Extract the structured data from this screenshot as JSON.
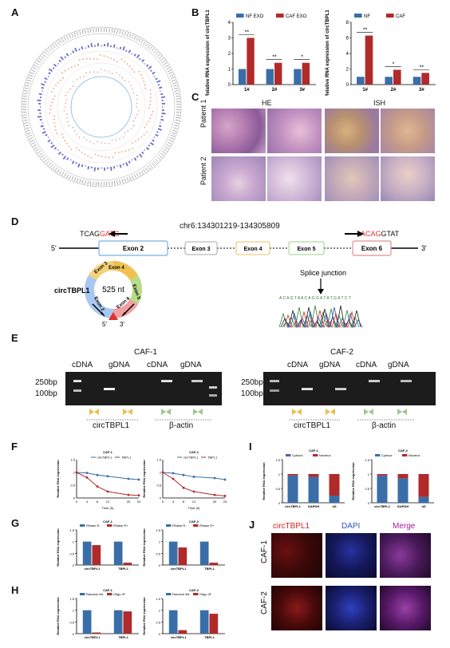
{
  "panels": {
    "A": "A",
    "B": "B",
    "C": "C",
    "D": "D",
    "E": "E",
    "F": "F",
    "G": "G",
    "H": "H",
    "I": "I",
    "J": "J"
  },
  "colors": {
    "blue": "#3a6ea8",
    "red": "#b12a2a",
    "orange": "#f0a070",
    "purple_ring": "#6b6fc8"
  },
  "panelB": {
    "left": {
      "ylabel": "Relative RNA expression of circTBPL1",
      "legend": [
        "NF EXO",
        "CAF EXO"
      ],
      "categories": [
        "1#",
        "2#",
        "3#"
      ],
      "sig": [
        "**",
        "**",
        "*"
      ]
    },
    "right": {
      "ylabel": "Relative RNA expression of circTBPL1",
      "legend": [
        "NF",
        "CAF"
      ],
      "categories": [
        "1#",
        "2#",
        "3#"
      ],
      "sig": [
        "**",
        "*",
        "**"
      ]
    }
  },
  "panelC": {
    "col_HE": "HE",
    "col_ISH": "ISH",
    "row1": "Patient 1",
    "row2": "Patient 2"
  },
  "panelD": {
    "coords": "chr6:134301219-134305809",
    "left_primer_a": "TCAG",
    "left_primer_b": "GATG",
    "right_primer_a": "ACAG",
    "right_primer_b": "GTAT",
    "five": "5'",
    "three": "3'",
    "exons": [
      "Exon 2",
      "Exon 3",
      "Exon 4",
      "Exon 5",
      "Exon 6"
    ],
    "circ_name": "circTBPL1",
    "circ_len": "525 nt",
    "circ_exons": [
      "Exon 3",
      "Exon 4",
      "Exon 5",
      "Exon 6",
      "Exon 2"
    ],
    "splice": "Splice junction",
    "seq": "A C A G T A A C A G G A T A T G A T C T"
  },
  "panelE": {
    "left_title": "CAF-1",
    "right_title": "CAF-2",
    "lane_labels": [
      "cDNA",
      "gDNA",
      "cDNA",
      "gDNA"
    ],
    "bp250": "250bp",
    "bp100": "100bp",
    "gene1": "circTBPL1",
    "gene2": "β-actin"
  },
  "panelF": {
    "ylabel": "Relative RNA expression",
    "xlabel": "Time (h)",
    "legend": [
      "circTBPL1",
      "TBPL1"
    ]
  },
  "panelG": {
    "ylabel": "Relative RNA expression",
    "legend": [
      "RNase R-",
      "RNase R+"
    ],
    "categories": [
      "circTBPL1",
      "TBPL1"
    ]
  },
  "panelH": {
    "ylabel": "Relative RNA expression",
    "legend": [
      "Random 6N",
      "Oligo dT"
    ],
    "categories": [
      "circTBPL1",
      "TBPL1"
    ]
  },
  "panelI": {
    "ylabel": "Relative RNA expression",
    "legend": [
      "Cytosol",
      "Nucleus"
    ],
    "categories": [
      "circTBPL1",
      "GAPDH",
      "U6"
    ]
  },
  "panelJ": {
    "cols": [
      "circTBPL1",
      "DAPI",
      "Merge"
    ],
    "rows": [
      "CAF-1",
      "CAF-2"
    ]
  },
  "chart_data": [
    {
      "type": "bar",
      "ylabel": "Relative RNA expression of circTBPL1",
      "categories": [
        "1#",
        "2#",
        "3#"
      ],
      "series": [
        {
          "name": "NF EXO",
          "values": [
            1.0,
            1.0,
            1.0
          ]
        },
        {
          "name": "CAF EXO",
          "values": [
            3.0,
            1.4,
            1.4
          ]
        }
      ],
      "ylim": [
        0,
        4
      ]
    },
    {
      "type": "bar",
      "ylabel": "Relative RNA expression of circTBPL1",
      "categories": [
        "1#",
        "2#",
        "3#"
      ],
      "series": [
        {
          "name": "NF",
          "values": [
            1.0,
            1.0,
            1.0
          ]
        },
        {
          "name": "CAF",
          "values": [
            6.3,
            1.9,
            1.5
          ]
        }
      ],
      "ylim": [
        0,
        8
      ]
    },
    {
      "type": "line",
      "title": "CAF-1",
      "xlabel": "Time (h)",
      "ylabel": "Relative RNA expression",
      "x": [
        0,
        4,
        8,
        12,
        20,
        24
      ],
      "series": [
        {
          "name": "circTBPL1",
          "values": [
            1.0,
            0.98,
            0.9,
            0.85,
            0.75,
            0.72
          ]
        },
        {
          "name": "TBPL1",
          "values": [
            1.0,
            0.8,
            0.45,
            0.25,
            0.12,
            0.1
          ]
        }
      ],
      "ylim": [
        0,
        1.5
      ]
    },
    {
      "type": "line",
      "title": "CAF-2",
      "xlabel": "Time (h)",
      "ylabel": "Relative RNA expression",
      "x": [
        0,
        4,
        8,
        12,
        20,
        24
      ],
      "series": [
        {
          "name": "circTBPL1",
          "values": [
            1.0,
            0.97,
            0.9,
            0.83,
            0.78,
            0.72
          ]
        },
        {
          "name": "TBPL1",
          "values": [
            1.0,
            0.75,
            0.4,
            0.25,
            0.12,
            0.08
          ]
        }
      ],
      "ylim": [
        0,
        1.5
      ]
    },
    {
      "type": "bar",
      "title": "CAF-1",
      "ylabel": "Relative RNA expression",
      "categories": [
        "circTBPL1",
        "TBPL1"
      ],
      "series": [
        {
          "name": "RNase R-",
          "values": [
            1.0,
            1.0
          ]
        },
        {
          "name": "RNase R+",
          "values": [
            0.85,
            0.1
          ]
        }
      ],
      "ylim": [
        0,
        1.5
      ]
    },
    {
      "type": "bar",
      "title": "CAF-2",
      "ylabel": "Relative RNA expression",
      "categories": [
        "circTBPL1",
        "TBPL1"
      ],
      "series": [
        {
          "name": "RNase R-",
          "values": [
            1.0,
            1.0
          ]
        },
        {
          "name": "RNase R+",
          "values": [
            0.75,
            0.1
          ]
        }
      ],
      "ylim": [
        0,
        1.5
      ]
    },
    {
      "type": "bar",
      "title": "CAF-1",
      "ylabel": "Relative RNA expression",
      "categories": [
        "circTBPL1",
        "TBPL1"
      ],
      "series": [
        {
          "name": "Random 6N",
          "values": [
            1.0,
            1.0
          ]
        },
        {
          "name": "Oligo dT",
          "values": [
            0.05,
            0.95
          ]
        }
      ],
      "ylim": [
        0,
        1.5
      ]
    },
    {
      "type": "bar",
      "title": "CAF-2",
      "ylabel": "Relative RNA expression",
      "categories": [
        "circTBPL1",
        "TBPL1"
      ],
      "series": [
        {
          "name": "Random 6N",
          "values": [
            1.0,
            1.0
          ]
        },
        {
          "name": "Oligo dT",
          "values": [
            0.15,
            0.85
          ]
        }
      ],
      "ylim": [
        0,
        1.5
      ]
    },
    {
      "type": "bar",
      "title": "CAF-1",
      "ylabel": "Relative RNA expression",
      "categories": [
        "circTBPL1",
        "GAPDH",
        "U6"
      ],
      "series": [
        {
          "name": "Cytosol",
          "values": [
            0.95,
            0.9,
            0.25
          ]
        },
        {
          "name": "Nucleus",
          "values": [
            0.05,
            0.1,
            0.75
          ]
        }
      ],
      "ylim": [
        0,
        1.5
      ]
    },
    {
      "type": "bar",
      "title": "CAF-2",
      "ylabel": "Relative RNA expression",
      "categories": [
        "circTBPL1",
        "GAPDH",
        "U6"
      ],
      "series": [
        {
          "name": "Cytosol",
          "values": [
            0.95,
            0.85,
            0.2
          ]
        },
        {
          "name": "Nucleus",
          "values": [
            0.05,
            0.15,
            0.8
          ]
        }
      ],
      "ylim": [
        0,
        1.5
      ]
    }
  ]
}
